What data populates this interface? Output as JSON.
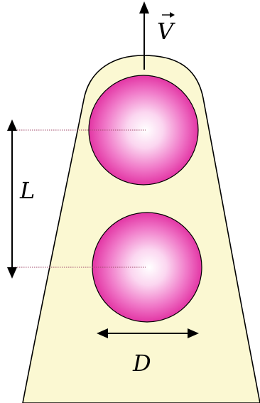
{
  "labels": {
    "velocity": "V",
    "spacing": "L",
    "diameter": "D"
  },
  "colors": {
    "background": "#ffffff",
    "tip_fill": "#fbf8d2",
    "tip_stroke": "#000000",
    "sphere_edge": "#e0249a",
    "sphere_mid": "#f078c8",
    "sphere_center": "#ffffff",
    "guide_line": "#a04a6a",
    "arrow": "#000000"
  }
}
